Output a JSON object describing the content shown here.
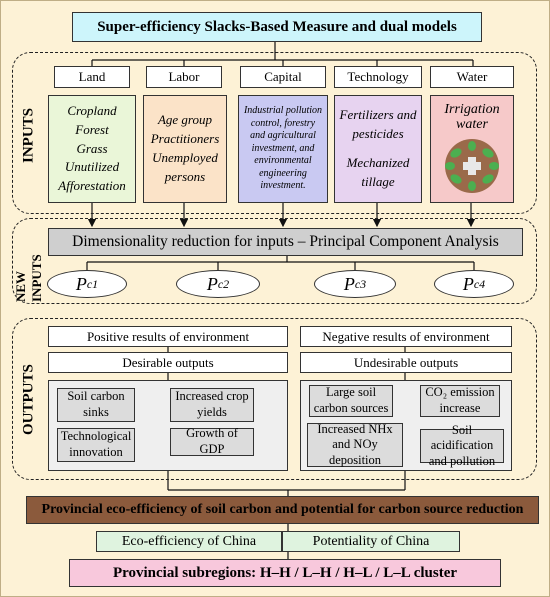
{
  "title": "Super-efficiency Slacks-Based Measure and dual models",
  "sections": {
    "inputs": "INPUTS",
    "new_inputs": "NEW INPUTS",
    "outputs": "OUTPUTS"
  },
  "input_categories": [
    {
      "label": "Land",
      "items": [
        "Cropland",
        "Forest",
        "Grass",
        "Unutilized",
        "Afforestation"
      ],
      "color": "#eaf6d8"
    },
    {
      "label": "Labor",
      "items": [
        "Age group",
        "Practitioners",
        "Unemployed",
        "persons"
      ],
      "color": "#fbe3c8"
    },
    {
      "label": "Capital",
      "items": [
        "Industrial pollution control, forestry and agricultural investment, and environmental engineering investment."
      ],
      "color": "#c9c9f2"
    },
    {
      "label": "Technology",
      "items": [
        "Fertilizers and pesticides",
        "Mechanized tillage"
      ],
      "color": "#e7d3f0"
    },
    {
      "label": "Water",
      "items": [
        "Irrigation water"
      ],
      "color": "#f6c9c9"
    }
  ],
  "pca_label": "Dimensionality reduction for inputs – Principal Component Analysis",
  "principal_components": [
    {
      "base": "P",
      "sub": "c1"
    },
    {
      "base": "P",
      "sub": "c2"
    },
    {
      "base": "P",
      "sub": "c3"
    },
    {
      "base": "P",
      "sub": "c4"
    }
  ],
  "outputs": {
    "positive": {
      "header": "Positive results of environment",
      "sub": "Desirable outputs",
      "pairs": [
        {
          "from": "Soil carbon sinks",
          "to": "Increased crop yields"
        },
        {
          "from": "Technological innovation",
          "to": "Growth of GDP"
        }
      ]
    },
    "negative": {
      "header": "Negative results of environment",
      "sub": "Undesirable outputs",
      "pairs": [
        {
          "from": "Large soil carbon sources",
          "to": "CO₂ emission increase"
        },
        {
          "from": "Increased NHx and NOy deposition",
          "to": "Soil acidification and pollution"
        }
      ]
    }
  },
  "provincial": "Provincial eco-efficiency of soil carbon and potential for carbon source reduction",
  "china": {
    "eco": "Eco-efficiency of China",
    "potential": "Potentiality of China"
  },
  "subregions": "Provincial subregions: H–H / L–H / H–L / L–L cluster",
  "colors": {
    "background": "#fdf2d6",
    "title_fill": "#cdf5fb",
    "provincial_fill": "#8b5a3c",
    "china_fill": "#dff3df",
    "subregion_fill": "#f8c8dc",
    "pca_fill": "#cfcfcf"
  }
}
